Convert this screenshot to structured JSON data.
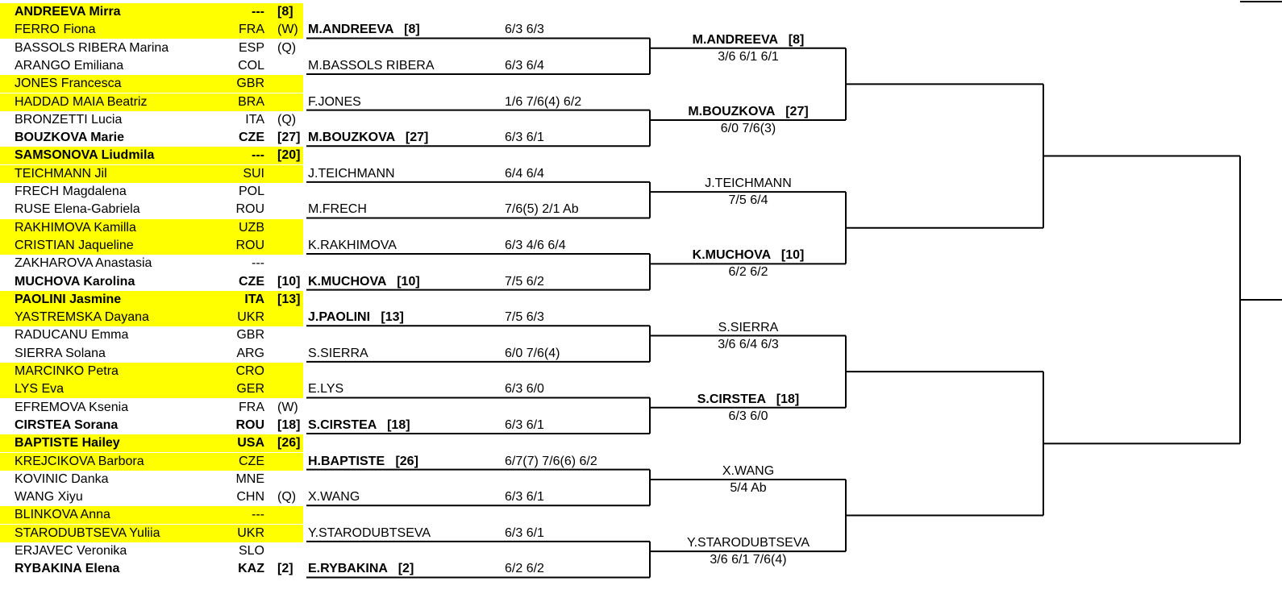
{
  "players": [
    {
      "name": "ANDREEVA Mirra",
      "nat": "---",
      "seed": "[8]",
      "hl": true,
      "bold": true
    },
    {
      "name": "FERRO Fiona",
      "nat": "FRA",
      "seed": "(W)",
      "hl": true,
      "bold": false
    },
    {
      "name": "BASSOLS RIBERA Marina",
      "nat": "ESP",
      "seed": "(Q)",
      "hl": false,
      "bold": false
    },
    {
      "name": "ARANGO Emiliana",
      "nat": "COL",
      "seed": "",
      "hl": false,
      "bold": false
    },
    {
      "name": "JONES Francesca",
      "nat": "GBR",
      "seed": "",
      "hl": true,
      "bold": false
    },
    {
      "name": "HADDAD MAIA Beatriz",
      "nat": "BRA",
      "seed": "",
      "hl": true,
      "bold": false
    },
    {
      "name": "BRONZETTI Lucia",
      "nat": "ITA",
      "seed": "(Q)",
      "hl": false,
      "bold": false
    },
    {
      "name": "BOUZKOVA Marie",
      "nat": "CZE",
      "seed": "[27]",
      "hl": false,
      "bold": true
    },
    {
      "name": "SAMSONOVA Liudmila",
      "nat": "---",
      "seed": "[20]",
      "hl": true,
      "bold": true
    },
    {
      "name": "TEICHMANN Jil",
      "nat": "SUI",
      "seed": "",
      "hl": true,
      "bold": false
    },
    {
      "name": "FRECH Magdalena",
      "nat": "POL",
      "seed": "",
      "hl": false,
      "bold": false
    },
    {
      "name": "RUSE Elena-Gabriela",
      "nat": "ROU",
      "seed": "",
      "hl": false,
      "bold": false
    },
    {
      "name": "RAKHIMOVA Kamilla",
      "nat": "UZB",
      "seed": "",
      "hl": true,
      "bold": false
    },
    {
      "name": "CRISTIAN Jaqueline",
      "nat": "ROU",
      "seed": "",
      "hl": true,
      "bold": false
    },
    {
      "name": "ZAKHAROVA Anastasia",
      "nat": "---",
      "seed": "",
      "hl": false,
      "bold": false
    },
    {
      "name": "MUCHOVA Karolina",
      "nat": "CZE",
      "seed": "[10]",
      "hl": false,
      "bold": true
    },
    {
      "name": "PAOLINI Jasmine",
      "nat": "ITA",
      "seed": "[13]",
      "hl": true,
      "bold": true
    },
    {
      "name": "YASTREMSKA Dayana",
      "nat": "UKR",
      "seed": "",
      "hl": true,
      "bold": false
    },
    {
      "name": "RADUCANU Emma",
      "nat": "GBR",
      "seed": "",
      "hl": false,
      "bold": false
    },
    {
      "name": "SIERRA Solana",
      "nat": "ARG",
      "seed": "",
      "hl": false,
      "bold": false
    },
    {
      "name": "MARCINKO Petra",
      "nat": "CRO",
      "seed": "",
      "hl": true,
      "bold": false
    },
    {
      "name": "LYS Eva",
      "nat": "GER",
      "seed": "",
      "hl": true,
      "bold": false
    },
    {
      "name": "EFREMOVA Ksenia",
      "nat": "FRA",
      "seed": "(W)",
      "hl": false,
      "bold": false
    },
    {
      "name": "CIRSTEA Sorana",
      "nat": "ROU",
      "seed": "[18]",
      "hl": false,
      "bold": true
    },
    {
      "name": "BAPTISTE Hailey",
      "nat": "USA",
      "seed": "[26]",
      "hl": true,
      "bold": true
    },
    {
      "name": "KREJCIKOVA Barbora",
      "nat": "CZE",
      "seed": "",
      "hl": true,
      "bold": false
    },
    {
      "name": "KOVINIC Danka",
      "nat": "MNE",
      "seed": "",
      "hl": false,
      "bold": false
    },
    {
      "name": "WANG Xiyu",
      "nat": "CHN",
      "seed": "(Q)",
      "hl": false,
      "bold": false
    },
    {
      "name": "BLINKOVA Anna",
      "nat": "---",
      "seed": "",
      "hl": true,
      "bold": false
    },
    {
      "name": "STARODUBTSEVA Yuliia",
      "nat": "UKR",
      "seed": "",
      "hl": true,
      "bold": false
    },
    {
      "name": "ERJAVEC Veronika",
      "nat": "SLO",
      "seed": "",
      "hl": false,
      "bold": false
    },
    {
      "name": "RYBAKINA Elena",
      "nat": "KAZ",
      "seed": "[2]",
      "hl": false,
      "bold": true
    }
  ],
  "round1": [
    {
      "winner": "M.ANDREEVA",
      "seed": "[8]",
      "score": "6/3 6/3",
      "bold": true
    },
    {
      "winner": "M.BASSOLS RIBERA",
      "seed": "",
      "score": "6/3 6/4",
      "bold": false
    },
    {
      "winner": "F.JONES",
      "seed": "",
      "score": "1/6 7/6(4) 6/2",
      "bold": false
    },
    {
      "winner": "M.BOUZKOVA",
      "seed": "[27]",
      "score": "6/3 6/1",
      "bold": true
    },
    {
      "winner": "J.TEICHMANN",
      "seed": "",
      "score": "6/4 6/4",
      "bold": false
    },
    {
      "winner": "M.FRECH",
      "seed": "",
      "score": "7/6(5) 2/1 Ab",
      "bold": false
    },
    {
      "winner": "K.RAKHIMOVA",
      "seed": "",
      "score": "6/3 4/6 6/4",
      "bold": false
    },
    {
      "winner": "K.MUCHOVA",
      "seed": "[10]",
      "score": "7/5 6/2",
      "bold": true
    },
    {
      "winner": "J.PAOLINI",
      "seed": "[13]",
      "score": "7/5 6/3",
      "bold": true
    },
    {
      "winner": "S.SIERRA",
      "seed": "",
      "score": "6/0 7/6(4)",
      "bold": false
    },
    {
      "winner": "E.LYS",
      "seed": "",
      "score": "6/3 6/0",
      "bold": false
    },
    {
      "winner": "S.CIRSTEA",
      "seed": "[18]",
      "score": "6/3 6/1",
      "bold": true
    },
    {
      "winner": "H.BAPTISTE",
      "seed": "[26]",
      "score": "6/7(7) 7/6(6) 6/2",
      "bold": true
    },
    {
      "winner": "X.WANG",
      "seed": "",
      "score": "6/3 6/1",
      "bold": false
    },
    {
      "winner": "Y.STARODUBTSEVA",
      "seed": "",
      "score": "6/3 6/1",
      "bold": false
    },
    {
      "winner": "E.RYBAKINA",
      "seed": "[2]",
      "score": "6/2 6/2",
      "bold": true
    }
  ],
  "round2": [
    {
      "winner": "M.ANDREEVA",
      "seed": "[8]",
      "score": "3/6 6/1 6/1",
      "bold": true
    },
    {
      "winner": "M.BOUZKOVA",
      "seed": "[27]",
      "score": "6/0 7/6(3)",
      "bold": true
    },
    {
      "winner": "J.TEICHMANN",
      "seed": "",
      "score": "7/5 6/4",
      "bold": false
    },
    {
      "winner": "K.MUCHOVA",
      "seed": "[10]",
      "score": "6/2 6/2",
      "bold": true
    },
    {
      "winner": "S.SIERRA",
      "seed": "",
      "score": "3/6 6/4 6/3",
      "bold": false
    },
    {
      "winner": "S.CIRSTEA",
      "seed": "[18]",
      "score": "6/3 6/0",
      "bold": true
    },
    {
      "winner": "X.WANG",
      "seed": "",
      "score": "5/4 Ab",
      "bold": false
    },
    {
      "winner": "Y.STARODUBTSEVA",
      "seed": "",
      "score": "3/6 6/1 7/6(4)",
      "bold": false
    }
  ]
}
